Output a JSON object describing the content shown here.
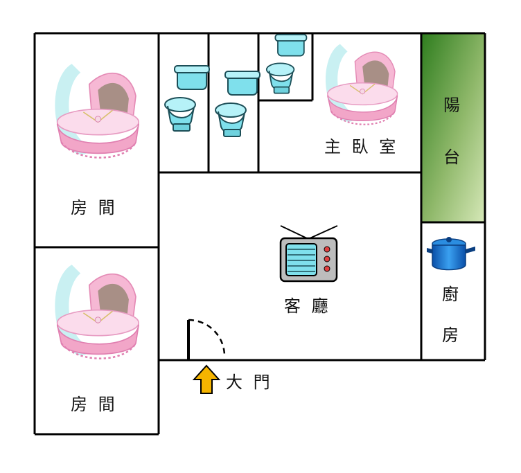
{
  "rooms": {
    "room_top_label": "房 間",
    "room_bottom_label": "房 間",
    "master_bedroom_label": "主 臥 室",
    "balcony_label_1": "陽",
    "balcony_label_2": "台",
    "living_room_label": "客 廳",
    "kitchen_label_1": "廚",
    "kitchen_label_2": "房",
    "main_door_label": "大 門"
  },
  "icons": {
    "cradle": "cradle-icon",
    "toilet": "toilet-icon",
    "tv": "tv-icon",
    "pot": "cooking-pot-icon",
    "arrow": "up-arrow-icon"
  },
  "colors": {
    "wall": "#000000",
    "balcony_dark": "#2e7d1e",
    "balcony_light": "#d6e8b8",
    "arrow": "#f5b400",
    "toilet": "#7fe0ec",
    "cradle_pink": "#f2a6c8",
    "pot_blue": "#1a7ad6"
  }
}
